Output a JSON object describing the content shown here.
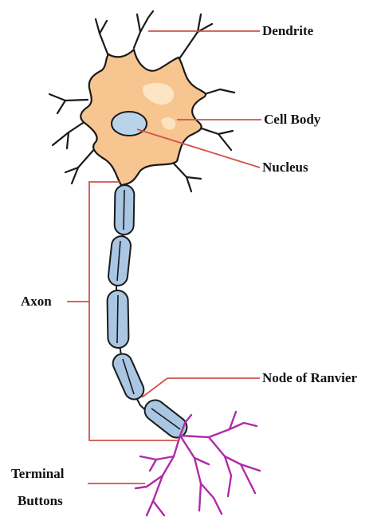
{
  "labels": {
    "dendrite": "Dendrite",
    "cell_body": "Cell Body",
    "nucleus": "Nucleus",
    "axon": "Axon",
    "node_of_ranvier": "Node of Ranvier",
    "terminal_buttons_line1": "Terminal",
    "terminal_buttons_line2": "Buttons"
  },
  "colors": {
    "cell_body_fill": "#f7c590",
    "cell_body_highlight": "#fde7c9",
    "nucleus_fill": "#b9d4ea",
    "myelin_fill": "#a9c6e2",
    "outline": "#1a1a1a",
    "leader_line": "#d2524a",
    "terminal_branches": "#b02aa8"
  }
}
